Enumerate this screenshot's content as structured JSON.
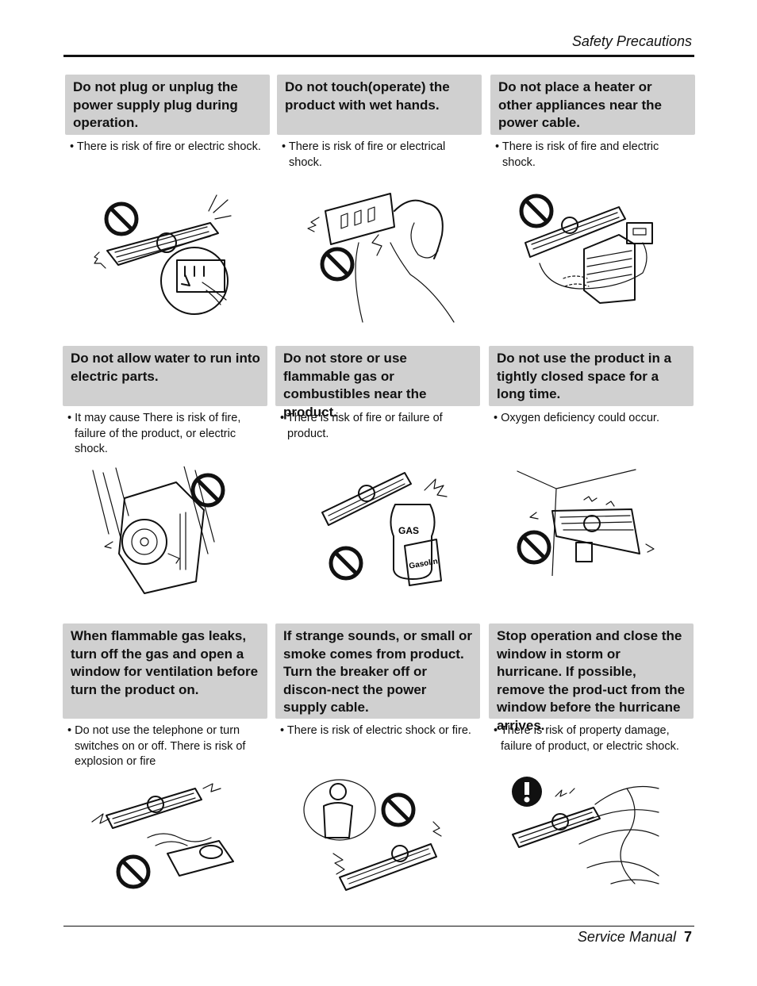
{
  "header": {
    "title": "Safety Precautions"
  },
  "footer": {
    "label": "Service Manual",
    "page": "7"
  },
  "cells": [
    {
      "heading": "Do not plug or unplug the power supply plug during operation.",
      "note": "• There is risk of fire or electric shock.",
      "icon": "prohibition-icon"
    },
    {
      "heading": "Do not touch(operate) the product with wet hands.",
      "note": "• There is risk of fire or electrical shock.",
      "icon": "prohibition-icon"
    },
    {
      "heading": "Do not place a heater or other appliances near the power cable.",
      "note": "• There is risk of fire and electric shock.",
      "icon": "prohibition-icon"
    },
    {
      "heading": "Do not allow water to run into electric parts.",
      "note": "• It may cause  There is risk of fire, failure of the product, or electric shock.",
      "icon": "prohibition-icon"
    },
    {
      "heading": "Do not store or use flammable gas or combustibles near the product.",
      "note": "• There is risk of fire or failure of product.",
      "icon": "prohibition-icon",
      "labels": [
        "GAS",
        "Gasolin"
      ]
    },
    {
      "heading": "Do not use the product in a tightly closed space for a long time.",
      "note": "• Oxygen deficiency could occur.",
      "icon": "prohibition-icon"
    },
    {
      "heading": "When flammable gas leaks, turn off the gas and open a window for ventilation before turn the product on.",
      "note": "• Do not use the telephone or turn switches on or off. There is risk of explosion or fire",
      "icon": "prohibition-icon"
    },
    {
      "heading": "If strange sounds, or small or smoke comes from product. Turn the breaker off or discon-nect the power supply cable.",
      "note": "• There is risk of electric shock or fire.",
      "icon": "prohibition-icon"
    },
    {
      "heading": "Stop operation and close the window in storm or hurricane. If possible, remove the prod-uct from the window before the hurricane arrives.",
      "note": "• There is risk of property damage, failure of product, or electric shock.",
      "icon": "warning-icon"
    }
  ]
}
